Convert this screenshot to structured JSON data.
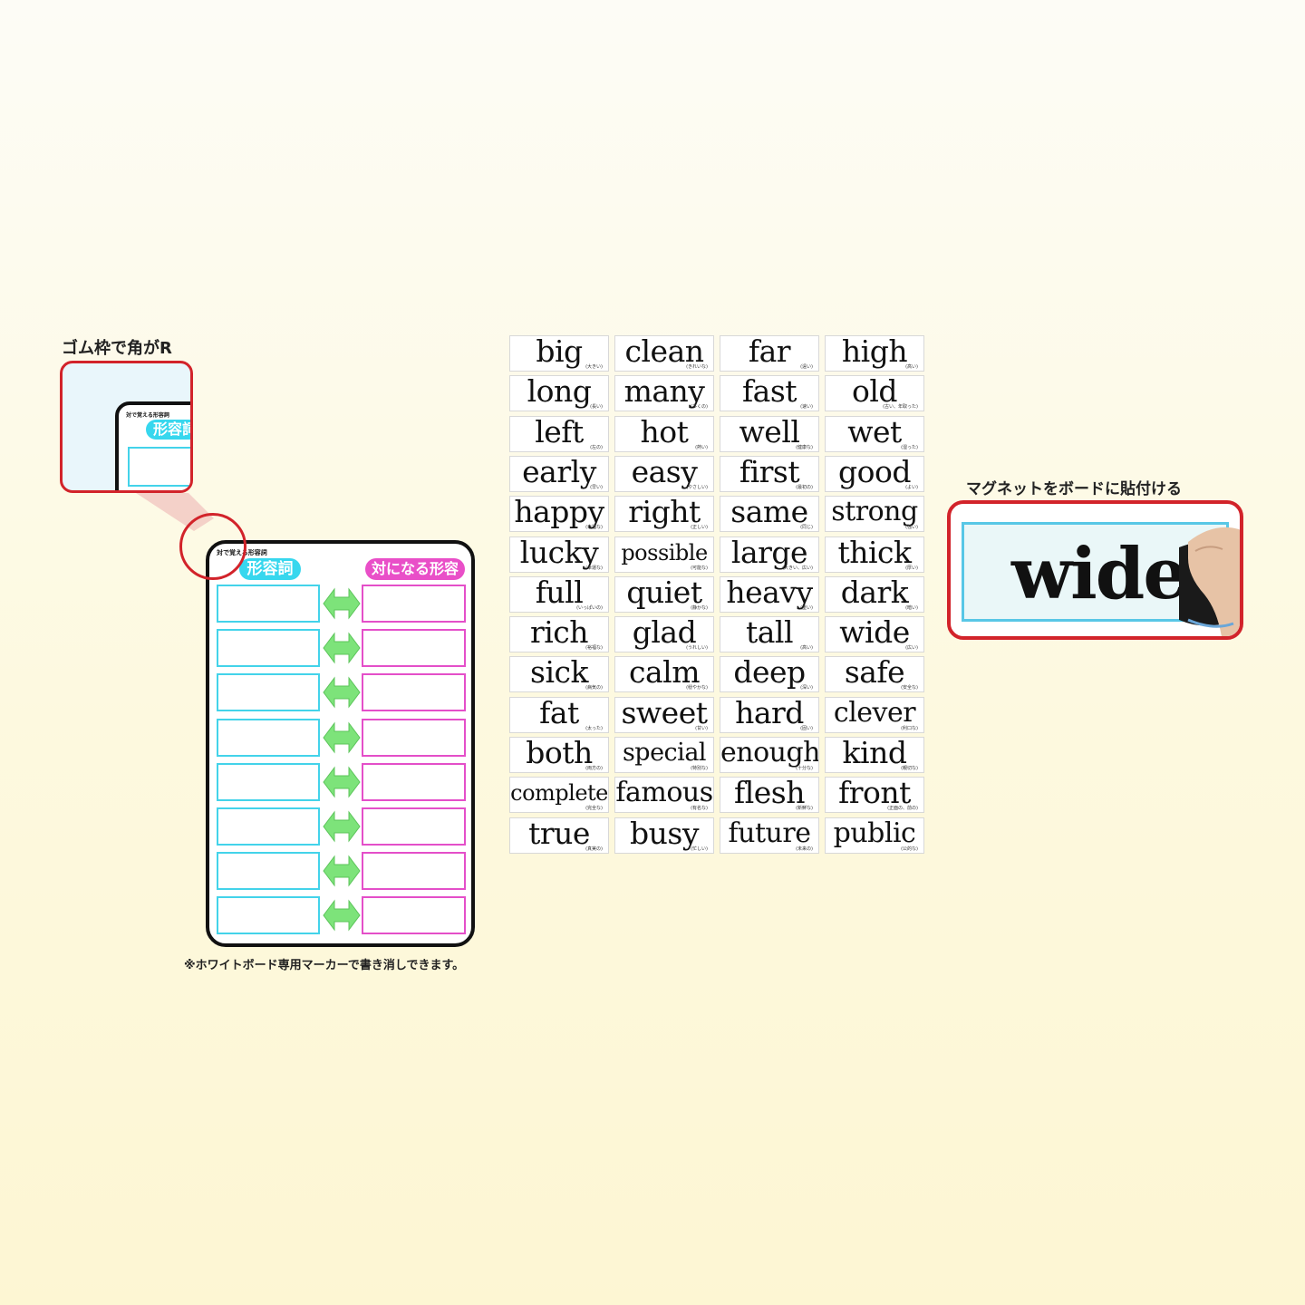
{
  "labels": {
    "rubber_frame": "ゴム枠で角がR",
    "magnet_caption": "マグネットをボードに貼付ける",
    "marker_note": "※ホワイトボード専用マーカーで書き消しできます。"
  },
  "board": {
    "small_title": "対で覚える形容詞",
    "left_header": "形容詞",
    "right_header": "対になる形容詞",
    "row_count": 8
  },
  "zoom": {
    "small_title": "対で覚える形容詞",
    "header": "形容詞"
  },
  "word_cards": [
    {
      "word": "big",
      "note": "(大きい)"
    },
    {
      "word": "clean",
      "note": "(きれいな)"
    },
    {
      "word": "far",
      "note": "(遠い)"
    },
    {
      "word": "high",
      "note": "(高い)"
    },
    {
      "word": "long",
      "note": "(長い)"
    },
    {
      "word": "many",
      "note": "(多くの)"
    },
    {
      "word": "fast",
      "note": "(速い)"
    },
    {
      "word": "old",
      "note": "(古い、年取った)"
    },
    {
      "word": "left",
      "note": "(左の)"
    },
    {
      "word": "hot",
      "note": "(熱い)"
    },
    {
      "word": "well",
      "note": "(健康な)"
    },
    {
      "word": "wet",
      "note": "(湿った)"
    },
    {
      "word": "early",
      "note": "(早い)"
    },
    {
      "word": "easy",
      "note": "(やさしい)"
    },
    {
      "word": "first",
      "note": "(最初の)"
    },
    {
      "word": "good",
      "note": "(よい)"
    },
    {
      "word": "happy",
      "note": "(幸福な)"
    },
    {
      "word": "right",
      "note": "(正しい)"
    },
    {
      "word": "same",
      "note": "(同じ)"
    },
    {
      "word": "strong",
      "note": "(強い)"
    },
    {
      "word": "lucky",
      "note": "(幸運な)"
    },
    {
      "word": "possible",
      "note": "(可能な)"
    },
    {
      "word": "large",
      "note": "(大きい、広い)"
    },
    {
      "word": "thick",
      "note": "(厚い)"
    },
    {
      "word": "full",
      "note": "(いっぱいの)"
    },
    {
      "word": "quiet",
      "note": "(静かな)"
    },
    {
      "word": "heavy",
      "note": "(重い)"
    },
    {
      "word": "dark",
      "note": "(暗い)"
    },
    {
      "word": "rich",
      "note": "(裕福な)"
    },
    {
      "word": "glad",
      "note": "(うれしい)"
    },
    {
      "word": "tall",
      "note": "(高い)"
    },
    {
      "word": "wide",
      "note": "(広い)"
    },
    {
      "word": "sick",
      "note": "(病気の)"
    },
    {
      "word": "calm",
      "note": "(穏やかな)"
    },
    {
      "word": "deep",
      "note": "(深い)"
    },
    {
      "word": "safe",
      "note": "(安全な)"
    },
    {
      "word": "fat",
      "note": "(太った)"
    },
    {
      "word": "sweet",
      "note": "(甘い)"
    },
    {
      "word": "hard",
      "note": "(固い)"
    },
    {
      "word": "clever",
      "note": "(利口な)"
    },
    {
      "word": "both",
      "note": "(両方の)"
    },
    {
      "word": "special",
      "note": "(特別な)"
    },
    {
      "word": "enough",
      "note": "(十分な)"
    },
    {
      "word": "kind",
      "note": "(親切な)"
    },
    {
      "word": "complete",
      "note": "(完全な)"
    },
    {
      "word": "famous",
      "note": "(有名な)"
    },
    {
      "word": "flesh",
      "note": "(新鮮な)"
    },
    {
      "word": "front",
      "note": "(正面の、前の)"
    },
    {
      "word": "true",
      "note": "(真実の)"
    },
    {
      "word": "busy",
      "note": "(忙しい)"
    },
    {
      "word": "future",
      "note": "(未来の)"
    },
    {
      "word": "public",
      "note": "(公的な)"
    }
  ],
  "magnet_example": {
    "word": "wide"
  },
  "colors": {
    "red_frame": "#d2232a",
    "cyan": "#37d7ee",
    "magenta": "#e94fc8",
    "green_arrow": "#7de37a"
  }
}
